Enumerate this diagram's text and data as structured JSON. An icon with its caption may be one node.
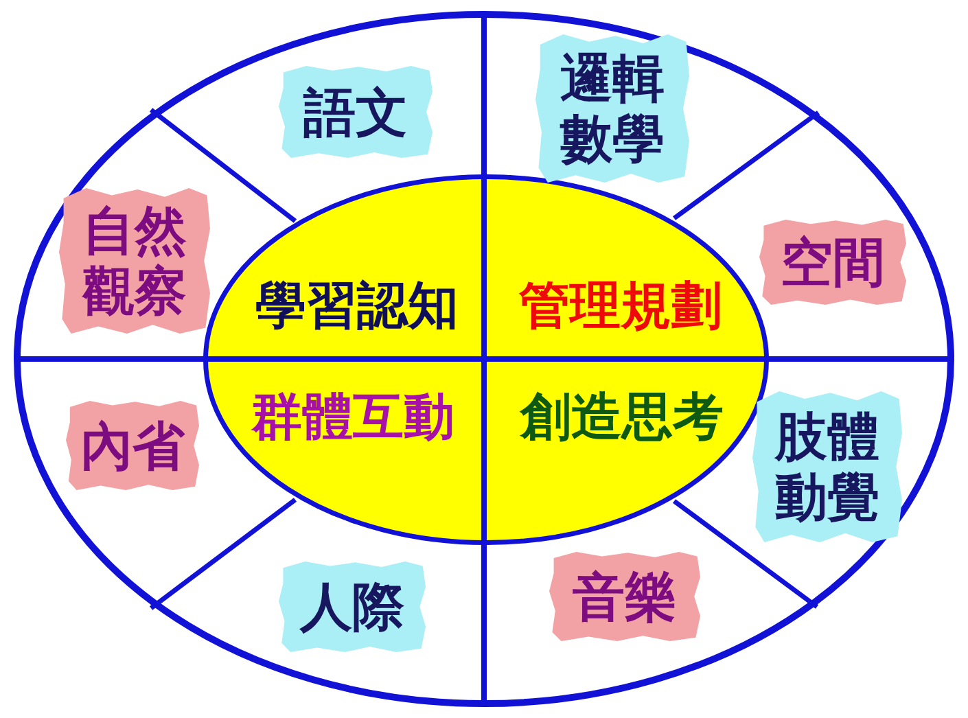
{
  "diagram": {
    "nodes": [
      {
        "text": [],
        "shape": "ellipse"
      },
      {
        "text": [
          "語文"
        ],
        "in": 0
      },
      {
        "text": [
          "邏輯數學"
        ],
        "in": 0
      },
      {
        "text": [
          "自然觀察"
        ],
        "in": 0
      },
      {
        "text": [
          "空間"
        ],
        "in": 0
      },
      {
        "text": [],
        "shape": "ellipse",
        "in": 0
      },
      {
        "text": [
          "學習認知"
        ],
        "in": 5
      },
      {
        "text": [
          "管理規劃"
        ],
        "in": 5
      },
      {
        "text": [
          "群體互動"
        ],
        "in": 5
      },
      {
        "text": [
          "創造思考"
        ],
        "in": 5
      },
      {
        "text": [
          "內省"
        ],
        "in": 0
      },
      {
        "text": [
          "肢體動覺"
        ],
        "in": 0
      },
      {
        "text": [
          "人際"
        ],
        "in": 0
      },
      {
        "text": [
          "音樂"
        ],
        "in": 0
      }
    ]
  }
}
